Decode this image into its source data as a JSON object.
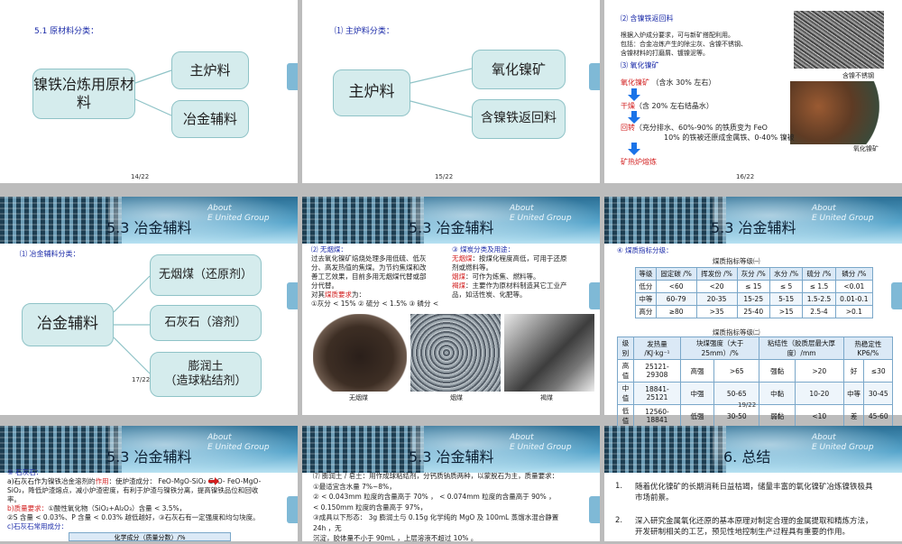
{
  "s1": {
    "sec": "5.1  原材料分类：",
    "center": "镍铁冶炼用原材料",
    "b1": "主炉料",
    "b2": "冶金辅料",
    "page": "14/22"
  },
  "s2": {
    "sec": "⑴ 主炉料分类：",
    "center": "主炉料",
    "b1": "氧化镍矿",
    "b2": "含镍铁返回料",
    "page": "15/22"
  },
  "s3": {
    "h1": "⑵ 含镍铁返回料",
    "p1": "根据入炉成分要求，可与新矿搭配利用。",
    "p2": "包括：合金冶炼产生的除尘灰、含镍不锈钢、",
    "p3": "含镍材料的打磨屑、镀镍泥等。",
    "h2": "⑶ 氧化镍矿",
    "cap1": "含镍不锈钢",
    "cap2": "氧化镍矿",
    "f1a": "氧化镍矿",
    "f1b": "（含水 30% 左右）",
    "f2a": "干燥",
    "f2b": "（含 20% 左右结晶水）",
    "f3a": "回转",
    "f3b": "（充分排水、60%-90% 的铁质变为 FeO",
    "f3c": "10% 的铁被还原成金属铁、0-40% 镍被",
    "f4": "矿热炉熔炼",
    "page": "16/22"
  },
  "s4": {
    "title": "5.3  冶金辅料",
    "about1": "About",
    "about2": "E United Group",
    "sec": "⑴ 冶金辅料分类：",
    "center": "冶金辅料",
    "b1": "无烟煤（还原剂）",
    "b2": "石灰石（溶剂）",
    "b3": "膨润土\n（造球粘结剂）",
    "page": "17/22"
  },
  "s5": {
    "title": "5.3  冶金辅料",
    "about1": "About",
    "about2": "E United Group",
    "l1": "⑵ 无烟煤：",
    "l2": "过去氧化镍矿焙烧处理多用低硫、低灰",
    "l3": "分、高发热值的焦煤。为节约焦煤和改",
    "l4": "善工艺效果，目前多用无烟煤代替或部",
    "l5": "分代替。",
    "l6a": "对其",
    "l6b": "煤质要求",
    "l6c": "为：",
    "l7": "①灰分 < 15%  ② 硫分 < 1.5% ③ 磷分 <",
    "r1": "③ 煤炭分类及用途：",
    "r2a": "无烟煤",
    "r2b": "：按煤化程度高低，可用于还原",
    "r3": "剂或燃料等。",
    "r4a": "烟煤",
    "r4b": "：可作为炼焦、燃料等。",
    "r5a": "褐煤",
    "r5b": "：主要作为原材料制造其它工业产",
    "r6": "品，如活性炭、化肥等。",
    "c1": "无烟煤",
    "c2": "烟煤",
    "c3": "褐煤"
  },
  "s6": {
    "title": "5.3  冶金辅料",
    "about1": "About",
    "about2": "E United Group",
    "sec": "④ 煤质指标分级：",
    "t1": "煤质指标等级㈠",
    "t1h": [
      "等级",
      "固定碳 /%",
      "挥发份 /%",
      "灰分 /%",
      "水分 /%",
      "硫分 /%",
      "磷分 /%"
    ],
    "t1r": [
      [
        "低分",
        "<60",
        "<20",
        "≤ 15",
        "≤ 5",
        "≤ 1.5",
        "<0.01"
      ],
      [
        "中等",
        "60-79",
        "20-35",
        "15-25",
        "5-15",
        "1.5-2.5",
        "0.01-0.1"
      ],
      [
        "高分",
        "≥80",
        ">35",
        "25-40",
        ">15",
        "2.5-4",
        ">0.1"
      ]
    ],
    "t2": "煤质指标等级㈡",
    "t2h": [
      "级别",
      "发热量 /KJ·kg⁻¹",
      "块煤强度（大于 25mm）/%",
      "粘结性（胶质层最大厚度）/mm",
      "热稳定性 KP6/%"
    ],
    "t2r": [
      [
        "高值",
        "25121-29308",
        "高强",
        ">65",
        "强黏",
        ">20",
        "好",
        "≤30"
      ],
      [
        "中值",
        "18841-25121",
        "中强",
        "50-65",
        "中黏",
        "10-20",
        "中等",
        "30-45"
      ],
      [
        "低值",
        "12560-18841",
        "低强",
        "30-50",
        "弱黏",
        "<10",
        "差",
        "45-60"
      ]
    ],
    "page": "19/22"
  },
  "s7": {
    "title": "5.3  冶金辅料",
    "about1": "About",
    "about2": "E United Group",
    "l1": "⑤ 石灰石：",
    "l2a": "a)石灰石作为镍铁冶金溶剂的",
    "l2b": "作用",
    "l2c": "：使炉渣成分： FeO-MgO-SiO₂      CaO- FeO-MgO-",
    "l3": "SiO₂，降低炉渣熔点，减小炉渣密度，有利于炉渣与镍铁分离，提高镍铁品位和回收",
    "l4": "率。",
    "l5a": "b)质量要求：",
    "l5b": "①酸性氧化物（SiO₂+Al₂O₃）含量 < 3.5%，",
    "l6": "②S 含量 < 0.03%、P 含量 < 0.03%  越低越好，③石灰石有一定强度和均匀块度。",
    "l7": "c)石灰石常用成分：",
    "tab": "化学成分（质量分数）/%"
  },
  "s8": {
    "title": "5.3  冶金辅料",
    "about1": "About",
    "about2": "E United Group",
    "l1": "⑺ 膨润土 / 皂土：用作成球粘结剂，分钙质钠质两种，以蒙脱石为主，质量要求：",
    "l2": "①最适宜含水量 7%~8%，",
    "l3": "② < 0.043mm 粒度的含量高于 70% ， < 0.074mm 粒度的含量高于 90% ，",
    "l4": "    < 0.150mm 粒度的含量高于 97%，",
    "l5": "③成具以下形态：  3g 膨润土与 0.15g 化学纯的 MgO 及 100mL 蒸馏水混合静置",
    "l6": "24h ，无",
    "l7": "   沉淀，胶体量不小于 90mL ，上层溶液不超过 10% 。"
  },
  "s9": {
    "title": "6.  总结",
    "about1": "About",
    "about2": "E United Group",
    "n1": "1.",
    "p1a": "随着优化镍矿的长期消耗日益枯竭，储量丰富的氧化镍矿冶炼镍铁极具",
    "p1b": "市场前景。",
    "n2": "2.",
    "p2a": "深入研究金属氧化还原的基本原理对制定合理的金属提取和精炼方法，",
    "p2b": "开发研制相关的工艺，预见性地控制生产过程具有重要的作用。"
  },
  "colors": {
    "accent_red": "#d21f1f",
    "accent_blue": "#1a2aa8",
    "box_fill": "#d5eced",
    "arrow_blue": "#1a73e8"
  }
}
